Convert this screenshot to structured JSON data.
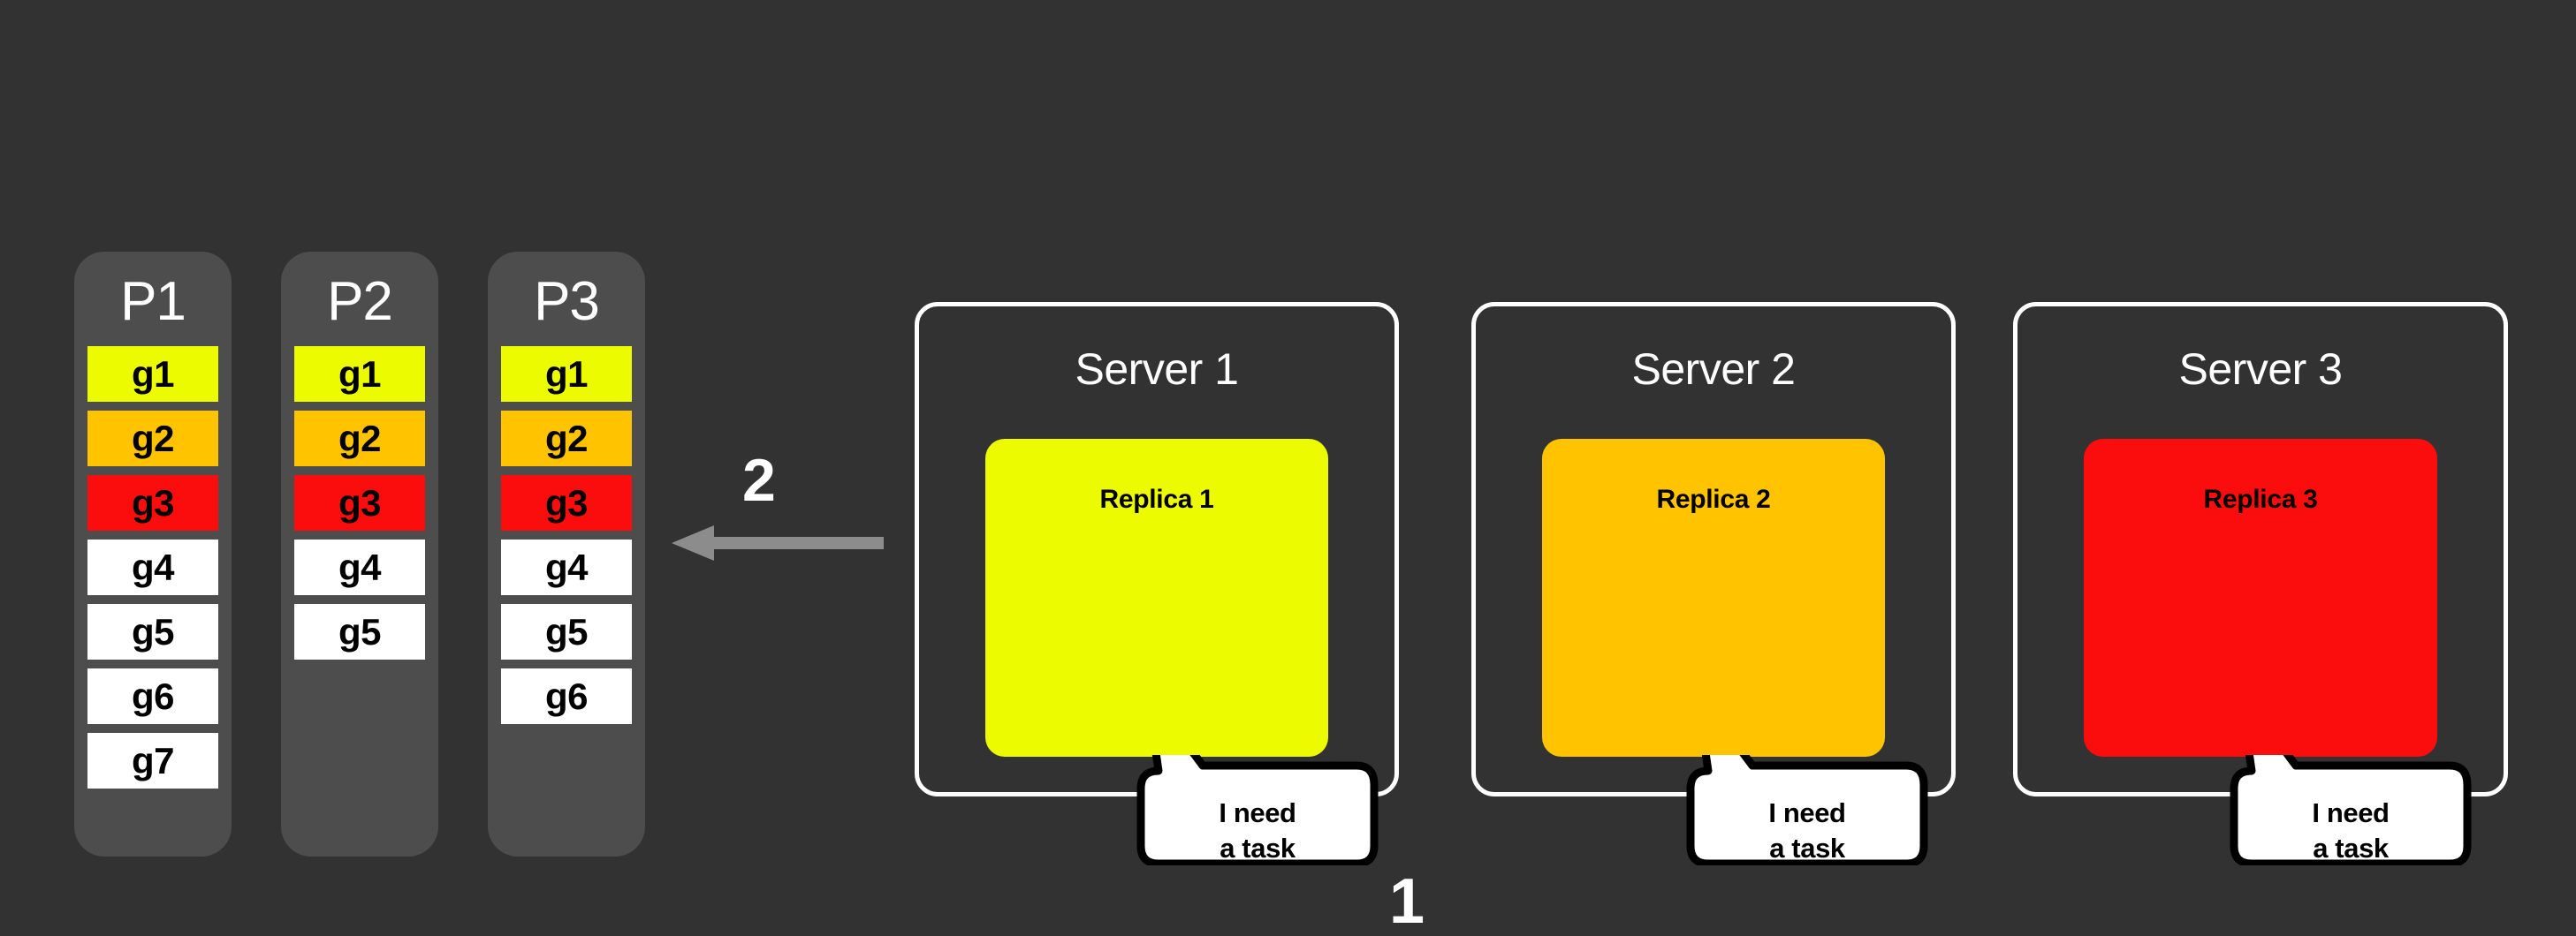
{
  "canvas": {
    "background": "#323232",
    "panel_background": "#4d4d4d"
  },
  "palette": {
    "yellow": "#ecfb00",
    "orange": "#ffc300",
    "red": "#fc0d0d",
    "white": "#ffffff",
    "arrow_gray": "#8c8c8c",
    "text_light": "#ffffff",
    "text_dark": "#000000"
  },
  "partitions": [
    {
      "title": "P1",
      "groups": [
        {
          "label": "g1",
          "color": "#ecfb00"
        },
        {
          "label": "g2",
          "color": "#ffc300"
        },
        {
          "label": "g3",
          "color": "#fc0d0d"
        },
        {
          "label": "g4",
          "color": "#ffffff"
        },
        {
          "label": "g5",
          "color": "#ffffff"
        },
        {
          "label": "g6",
          "color": "#ffffff"
        },
        {
          "label": "g7",
          "color": "#ffffff"
        }
      ]
    },
    {
      "title": "P2",
      "groups": [
        {
          "label": "g1",
          "color": "#ecfb00"
        },
        {
          "label": "g2",
          "color": "#ffc300"
        },
        {
          "label": "g3",
          "color": "#fc0d0d"
        },
        {
          "label": "g4",
          "color": "#ffffff"
        },
        {
          "label": "g5",
          "color": "#ffffff"
        }
      ]
    },
    {
      "title": "P3",
      "groups": [
        {
          "label": "g1",
          "color": "#ecfb00"
        },
        {
          "label": "g2",
          "color": "#ffc300"
        },
        {
          "label": "g3",
          "color": "#fc0d0d"
        },
        {
          "label": "g4",
          "color": "#ffffff"
        },
        {
          "label": "g5",
          "color": "#ffffff"
        },
        {
          "label": "g6",
          "color": "#ffffff"
        }
      ]
    }
  ],
  "steps": {
    "step_one": "1",
    "step_two": "2"
  },
  "arrow": {
    "direction": "left",
    "color": "#8c8c8c"
  },
  "servers": [
    {
      "title": "Server 1",
      "replica_label": "Replica 1",
      "replica_color": "#ecfb00",
      "bubble_text": "I need\na task"
    },
    {
      "title": "Server 2",
      "replica_label": "Replica 2",
      "replica_color": "#ffc300",
      "bubble_text": "I need\na task"
    },
    {
      "title": "Server 3",
      "replica_label": "Replica 3",
      "replica_color": "#fc0d0d",
      "bubble_text": "I need\na task"
    }
  ]
}
